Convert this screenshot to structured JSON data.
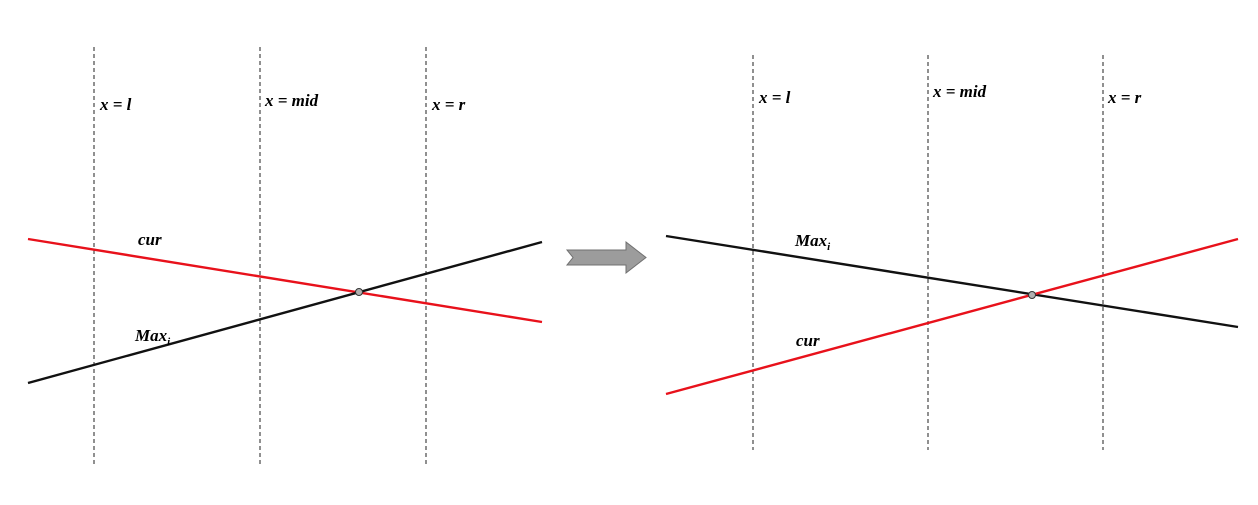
{
  "colors": {
    "line_red": "#e8111b",
    "line_black": "#111111",
    "dashed": "#222222",
    "arrow_fill": "#9c9c9c",
    "arrow_stroke": "#707070",
    "point_fill": "#b0b0b0"
  },
  "left_panel": {
    "vlines": {
      "l": "x = l",
      "mid": "x = mid",
      "r": "x = r"
    },
    "red_line_label": "cur",
    "black_line_label": "Max",
    "black_line_subscript": "i"
  },
  "transition_arrow_icon": "right-arrow-icon",
  "right_panel": {
    "vlines": {
      "l": "x = l",
      "mid": "x = mid",
      "r": "x = r"
    },
    "black_line_label": "Max",
    "black_line_subscript": "i",
    "red_line_label": "cur"
  }
}
